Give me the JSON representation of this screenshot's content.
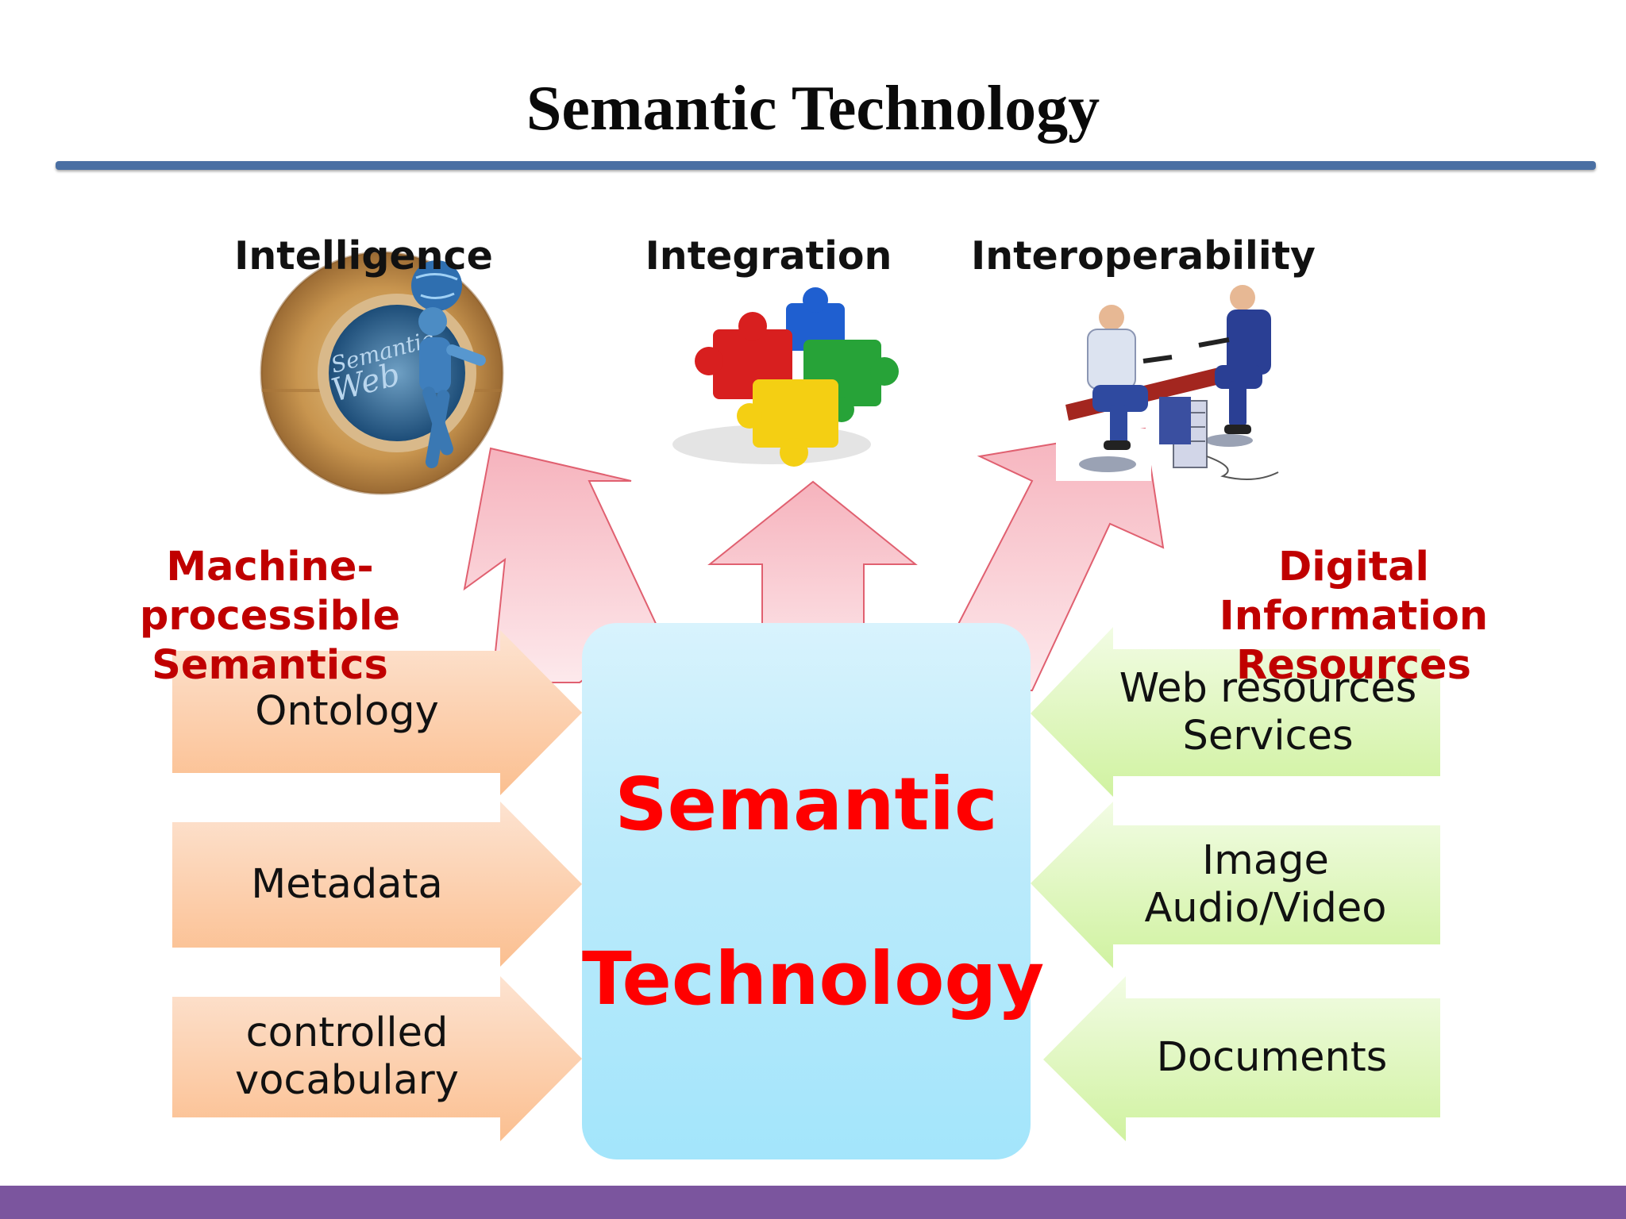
{
  "title": "Semantic Technology",
  "benefits": {
    "intelligence": "Intelligence",
    "integration": "Integration",
    "interoperability": "Interoperability"
  },
  "left_group": {
    "heading_line1": "Machine-processible",
    "heading_line2": "Semantics",
    "items": [
      {
        "line1": "Ontology",
        "line2": ""
      },
      {
        "line1": "Metadata",
        "line2": ""
      },
      {
        "line1": "controlled",
        "line2": "vocabulary"
      }
    ]
  },
  "right_group": {
    "heading_line1": "Digital",
    "heading_line2": "Information Resources",
    "items": [
      {
        "line1": "Web resources",
        "line2": "Services"
      },
      {
        "line1": "Image",
        "line2": "Audio/Video"
      },
      {
        "line1": "Documents",
        "line2": ""
      }
    ]
  },
  "core": {
    "line1": "Semantic",
    "line2": "Technology"
  },
  "illustrations": {
    "intelligence": "semantic-web-robot-image",
    "integration": "puzzle-pieces-image",
    "interoperability": "businessmen-seesaw-image",
    "globe_caption_1": "Semantic",
    "globe_caption_2": "Web"
  },
  "colors": {
    "title_rule": "#4a6fa3",
    "heading_red": "#c00000",
    "core_text": "#ff0000",
    "left_arrows": "#fbbf90",
    "right_arrows": "#d4f3a6",
    "up_arrows": "#f6b8c0",
    "core_box": "#a3e5fb",
    "footer_bar": "#7b559e"
  }
}
